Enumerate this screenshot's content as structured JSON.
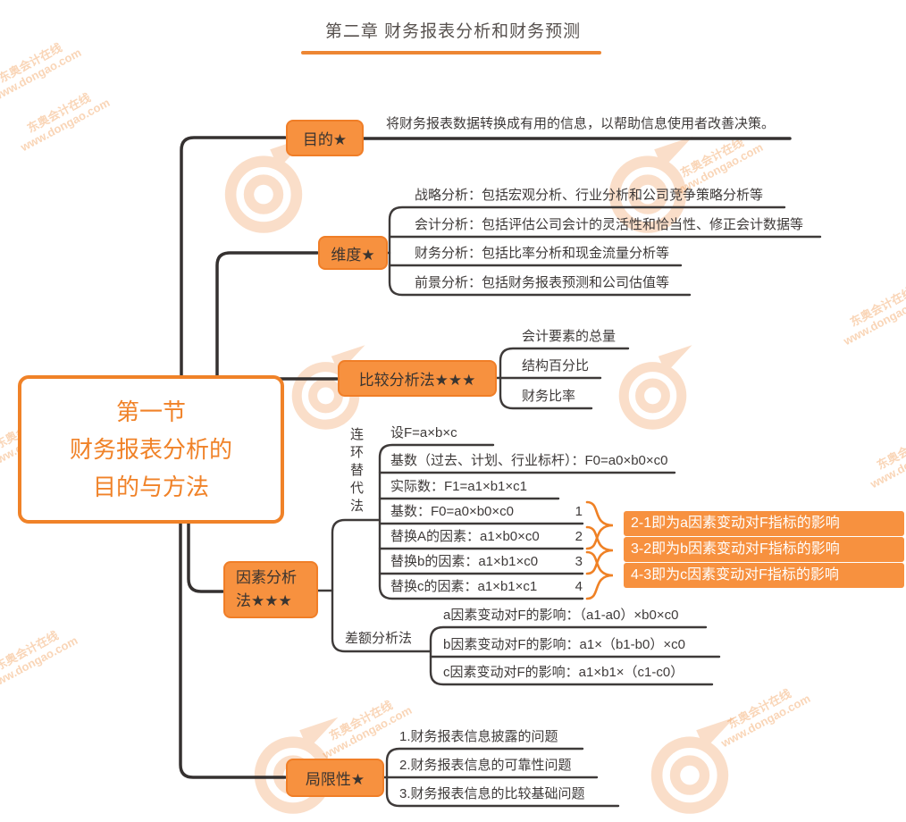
{
  "title": "第二章 财务报表分析和财务预测",
  "root": {
    "lines": [
      "第一节",
      "财务报表分析的",
      "目的与方法"
    ]
  },
  "branches": {
    "purpose": {
      "label": "目的★",
      "note": "将财务报表数据转换成有用的信息，以帮助信息使用者改善决策。"
    },
    "dimensions": {
      "label": "维度★",
      "items": [
        "战略分析：包括宏观分析、行业分析和公司竞争策略分析等",
        "会计分析：包括评估公司会计的灵活性和恰当性、修正会计数据等",
        "财务分析：包括比率分析和现金流量分析等",
        "前景分析：包括财务报表预测和公司估值等"
      ]
    },
    "comparative": {
      "label": "比较分析法★★★",
      "items": [
        "会计要素的总量",
        "结构百分比",
        "财务比率"
      ]
    },
    "factor": {
      "label": "因素分析法★★★",
      "chain": {
        "label": "连环替代法",
        "rows": [
          {
            "text": "设F=a×b×c",
            "num": ""
          },
          {
            "text": "基数（过去、计划、行业标杆）：F0=a0×b0×c0",
            "num": ""
          },
          {
            "text": "实际数：F1=a1×b1×c1",
            "num": ""
          },
          {
            "text": "基数：F0=a0×b0×c0",
            "num": "1"
          },
          {
            "text": "替换A的因素：a1×b0×c0",
            "num": "2"
          },
          {
            "text": "替换b的因素：a1×b1×c0",
            "num": "3"
          },
          {
            "text": "替换c的因素：a1×b1×c1",
            "num": "4"
          }
        ],
        "annotations": [
          "2-1即为a因素变动对F指标的影响",
          "3-2即为b因素变动对F指标的影响",
          "4-3即为c因素变动对F指标的影响"
        ]
      },
      "difference": {
        "label": "差额分析法",
        "rows": [
          "a因素变动对F的影响：（a1-a0）×b0×c0",
          "b因素变动对F的影响：a1×（b1-b0）×c0",
          "c因素变动对F的影响：a1×b1×（c1-c0）"
        ]
      }
    },
    "limitations": {
      "label": "局限性★",
      "items": [
        "1.财务报表信息披露的问题",
        "2.财务报表信息的可靠性问题",
        "3.财务报表信息的比较基础问题"
      ]
    }
  },
  "watermark": {
    "line1": "东奥会计在线",
    "line2": "www.dongao.com"
  },
  "colors": {
    "node_fill": "#f7913f",
    "node_border": "#f07e27",
    "root_accent": "#f08228",
    "line_dark": "#353130",
    "text_dark": "#3e3a39",
    "title_underline": "#ed8633",
    "watermark": "#f2994d"
  }
}
